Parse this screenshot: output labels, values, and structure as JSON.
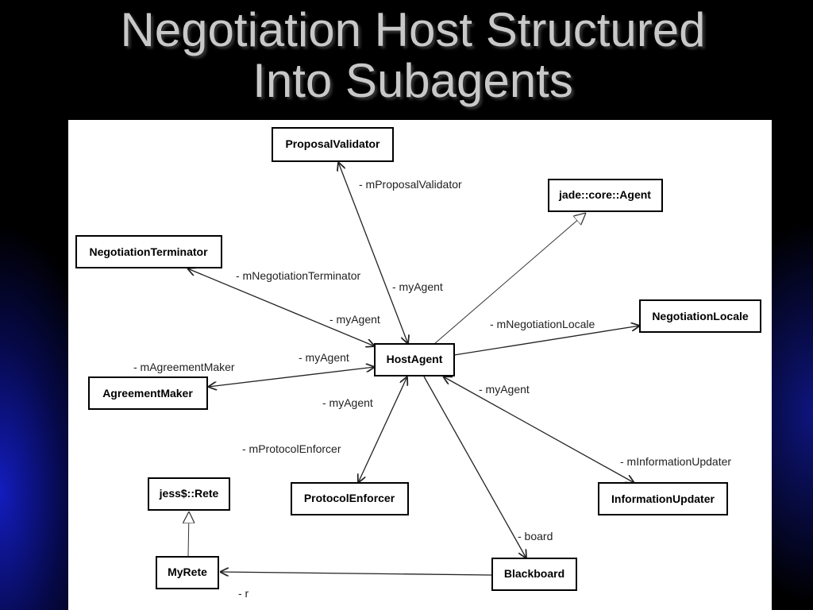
{
  "title": {
    "line1": "Negotiation Host Structured",
    "line2": "Into Subagents"
  },
  "diagram": {
    "classes": {
      "proposal_validator": "ProposalValidator",
      "jade_agent": "jade::core::Agent",
      "negotiation_terminator": "NegotiationTerminator",
      "negotiation_locale": "NegotiationLocale",
      "host_agent": "HostAgent",
      "agreement_maker": "AgreementMaker",
      "protocol_enforcer": "ProtocolEnforcer",
      "information_updater": "InformationUpdater",
      "jess_rete": "jess$::Rete",
      "my_rete": "MyRete",
      "blackboard": "Blackboard"
    },
    "roles": {
      "m_proposal_validator": "- mProposalValidator",
      "my_agent_pv": "- myAgent",
      "m_negotiation_terminator": "- mNegotiationTerminator",
      "my_agent_nt": "- myAgent",
      "m_negotiation_locale": "- mNegotiationLocale",
      "m_agreement_maker": "- mAgreementMaker",
      "my_agent_am": "- myAgent",
      "my_agent_iu": "- myAgent",
      "my_agent_pe": "- myAgent",
      "m_protocol_enforcer": "- mProtocolEnforcer",
      "m_information_updater": "- mInformationUpdater",
      "board": "- board",
      "r": "- r"
    }
  }
}
